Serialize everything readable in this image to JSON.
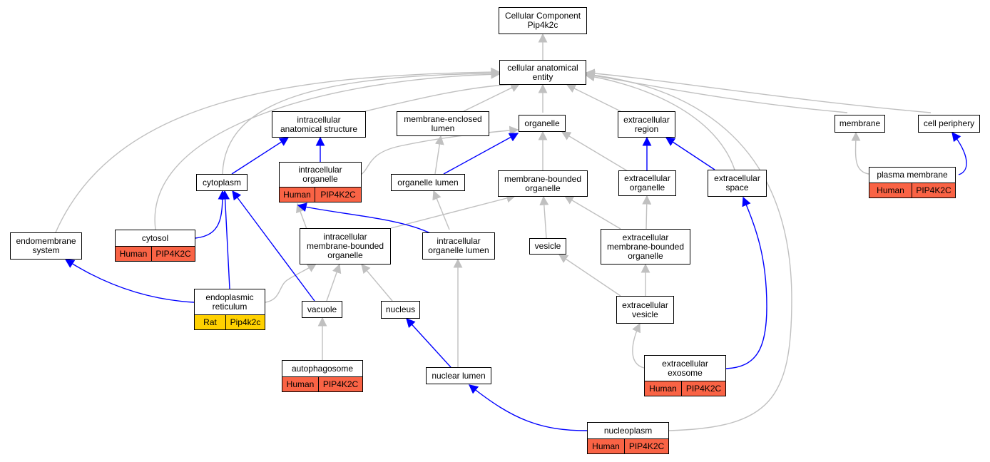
{
  "colors": {
    "edge_is_a": "#c0c0c0",
    "edge_part_of": "#0000ff",
    "human": "#f96345",
    "rat": "#ffd100"
  },
  "nodes": {
    "root": "Cellular Component\nPip4k2c",
    "cae": "cellular anatomical\nentity",
    "ias": "intracellular\nanatomical structure",
    "mel": "membrane-enclosed\nlumen",
    "organelle": "organelle",
    "exreg": "extracellular\nregion",
    "membrane": "membrane",
    "cellper": "cell periphery",
    "cytoplasm": "cytoplasm",
    "intorg": "intracellular\norganelle",
    "orglumen": "organelle lumen",
    "mbo": "membrane-bounded\norganelle",
    "exorg": "extracellular\norganelle",
    "exspace": "extracellular\nspace",
    "plasmamem": "plasma membrane",
    "endomem": "endomembrane\nsystem",
    "cytosol": "cytosol",
    "imbo": "intracellular\nmembrane-bounded\norganelle",
    "iol": "intracellular\norganelle lumen",
    "vesicle": "vesicle",
    "embo": "extracellular\nmembrane-bounded\norganelle",
    "er": "endoplasmic\nreticulum",
    "vacuole": "vacuole",
    "nucleus": "nucleus",
    "exves": "extracellular\nvesicle",
    "autophago": "autophagosome",
    "nuclumen": "nuclear lumen",
    "exosome": "extracellular\nexosome",
    "nucleoplasm": "nucleoplasm"
  },
  "annotations": {
    "intorg": {
      "species": "Human",
      "gene": "PIP4K2C"
    },
    "plasmamem": {
      "species": "Human",
      "gene": "PIP4K2C"
    },
    "cytosol": {
      "species": "Human",
      "gene": "PIP4K2C"
    },
    "er": {
      "species": "Rat",
      "gene": "Pip4k2c"
    },
    "autophago": {
      "species": "Human",
      "gene": "PIP4K2C"
    },
    "exosome": {
      "species": "Human",
      "gene": "PIP4K2C"
    },
    "nucleoplasm": {
      "species": "Human",
      "gene": "PIP4K2C"
    }
  }
}
